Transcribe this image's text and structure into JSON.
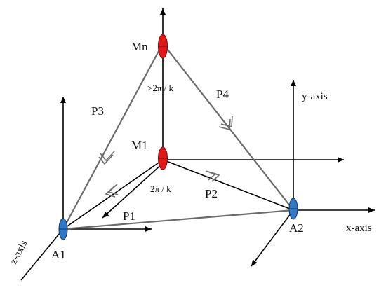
{
  "labels": {
    "Mn": "Mn",
    "M1": "M1",
    "A1": "A1",
    "A2": "A2",
    "P1": "P1",
    "P2": "P2",
    "P3": "P3",
    "P4": "P4",
    "phase_upper": ">2π / k",
    "phase_lower": "2π / k",
    "x_axis": "x-axis",
    "y_axis": "y-axis",
    "z_axis": "z-axis"
  },
  "colors": {
    "line": "#000000",
    "path": "#6b6b6b",
    "red_node": "#e01818",
    "blue_node": "#2f78c8"
  }
}
